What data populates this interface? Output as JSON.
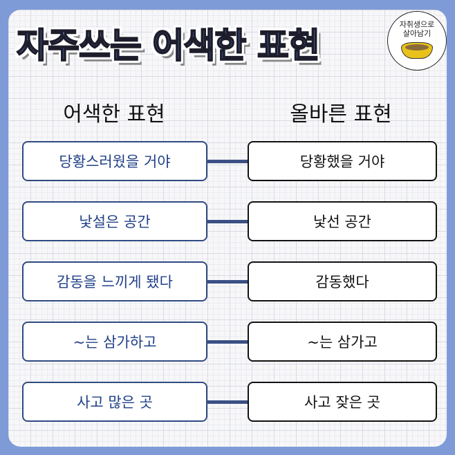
{
  "title": "자주쓰는 어색한 표현",
  "logo": {
    "line1": "자취생으로",
    "line2": "살아남기"
  },
  "headers": {
    "wrong": "어색한 표현",
    "right": "올바른 표현"
  },
  "rows": [
    {
      "wrong": "당황스러웠을 거야",
      "right": "당황했을 거야"
    },
    {
      "wrong": "낯설은 공간",
      "right": "낯선 공간"
    },
    {
      "wrong": "감동을 느끼게 됐다",
      "right": "감동했다"
    },
    {
      "wrong": "~는 삼가하고",
      "right": "~는 삼가고"
    },
    {
      "wrong": "사고 많은 곳",
      "right": "사고 잦은 곳"
    }
  ]
}
